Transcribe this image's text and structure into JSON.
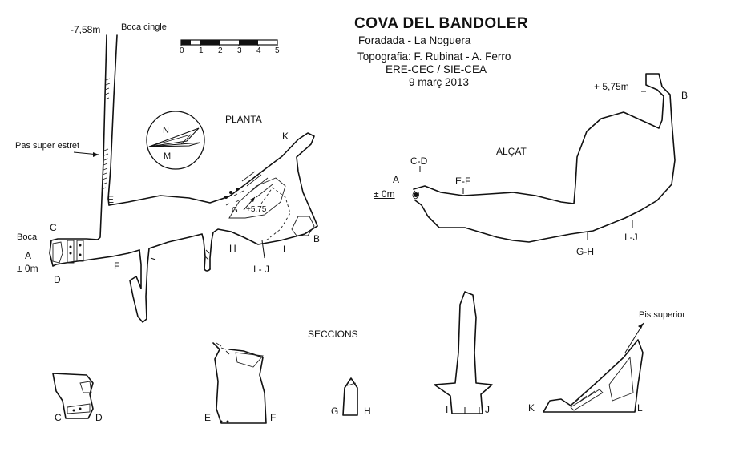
{
  "header": {
    "title": "COVA DEL BANDOLER",
    "location": "Foradada - La Noguera",
    "survey": "Topografia: F. Rubinat - A. Ferro",
    "clubs": "ERE-CEC  /  SIE-CEA",
    "date": "9 març 2013"
  },
  "scale_bar": {
    "ticks": [
      "0",
      "1",
      "2",
      "3",
      "4",
      "5"
    ]
  },
  "compass": {
    "north": "N",
    "magnetic": "M"
  },
  "plan": {
    "title": "PLANTA",
    "top_depth": "-7,58m",
    "top_entrance": "Boca cingle",
    "squeeze_note": "Pas super estret",
    "entrance": "Boca",
    "datum": "± 0m",
    "height_mark": "+5,75",
    "points": {
      "A": "A",
      "B": "B",
      "C": "C",
      "D": "D",
      "E": "E",
      "F": "F",
      "G": "G",
      "H": "H",
      "K": "K",
      "L": "L",
      "IJ": "I - J"
    }
  },
  "elevation": {
    "title": "ALÇAT",
    "top_height": "+ 5,75m",
    "datum": "± 0m",
    "points": {
      "A": "A",
      "B": "B",
      "CD": "C-D",
      "EF": "E-F",
      "GH": "G-H",
      "IJ": "I -J"
    }
  },
  "sections": {
    "title": "SECCIONS",
    "upper_floor": "Pis superior",
    "labels": [
      "C",
      "D",
      "E",
      "F",
      "G",
      "H",
      "I",
      "J",
      "K",
      "L"
    ]
  }
}
